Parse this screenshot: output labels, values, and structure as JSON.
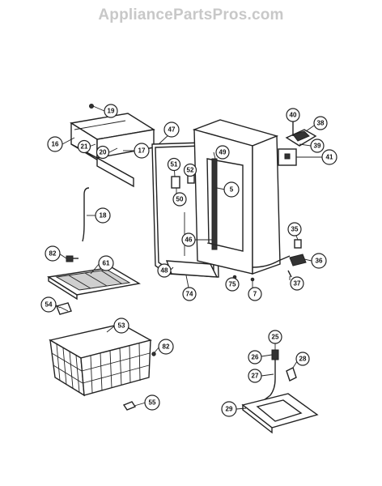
{
  "watermark": "AppliancePartsPros.com",
  "parts": {
    "p16": "16",
    "p19": "19",
    "p21": "21",
    "p20": "20",
    "p17": "17",
    "p18": "18",
    "p82a": "82",
    "p61": "61",
    "p54": "54",
    "p53": "53",
    "p82b": "82",
    "p55": "55",
    "p47": "47",
    "p51": "51",
    "p52": "52",
    "p50": "50",
    "p49": "49",
    "p5": "5",
    "p46": "46",
    "p48": "48",
    "p74": "74",
    "p75": "75",
    "p7": "7",
    "p40": "40",
    "p38": "38",
    "p39": "39",
    "p41": "41",
    "p35": "35",
    "p36": "36",
    "p37": "37",
    "p25": "25",
    "p26": "26",
    "p28": "28",
    "p27": "27",
    "p29": "29"
  }
}
